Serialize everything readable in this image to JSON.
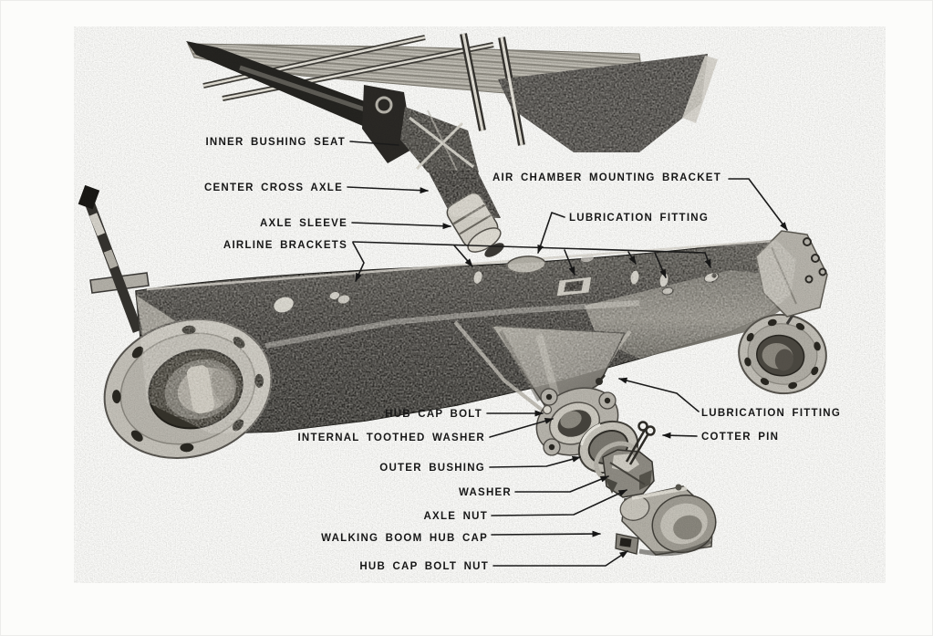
{
  "figure": {
    "kind": "exploded-parts-photo-diagram",
    "colors": {
      "paper": "#fcfcfa",
      "ink": "#171717",
      "metal_dark": "#2c2a27",
      "metal_mid": "#8c8981",
      "metal_light": "#c9c6be"
    },
    "labels": [
      {
        "id": "inner-bushing-seat",
        "text": "INNER BUSHING SEAT"
      },
      {
        "id": "center-cross-axle",
        "text": "CENTER CROSS AXLE"
      },
      {
        "id": "axle-sleeve",
        "text": "AXLE SLEEVE"
      },
      {
        "id": "airline-brackets",
        "text": "AIRLINE BRACKETS"
      },
      {
        "id": "air-chamber-mounting-bracket",
        "text": "AIR CHAMBER MOUNTING BRACKET"
      },
      {
        "id": "lubrication-fitting-top",
        "text": "LUBRICATION FITTING"
      },
      {
        "id": "lubrication-fitting-right",
        "text": "LUBRICATION FITTING"
      },
      {
        "id": "cotter-pin",
        "text": "COTTER PIN"
      },
      {
        "id": "hub-cap-bolt",
        "text": "HUB CAP BOLT"
      },
      {
        "id": "internal-toothed-washer",
        "text": "INTERNAL TOOTHED WASHER"
      },
      {
        "id": "outer-bushing",
        "text": "OUTER BUSHING"
      },
      {
        "id": "washer",
        "text": "WASHER"
      },
      {
        "id": "axle-nut",
        "text": "AXLE NUT"
      },
      {
        "id": "walking-boom-hub-cap",
        "text": "WALKING BOOM HUB CAP"
      },
      {
        "id": "hub-cap-bolt-nut",
        "text": "HUB CAP BOLT NUT"
      }
    ]
  }
}
